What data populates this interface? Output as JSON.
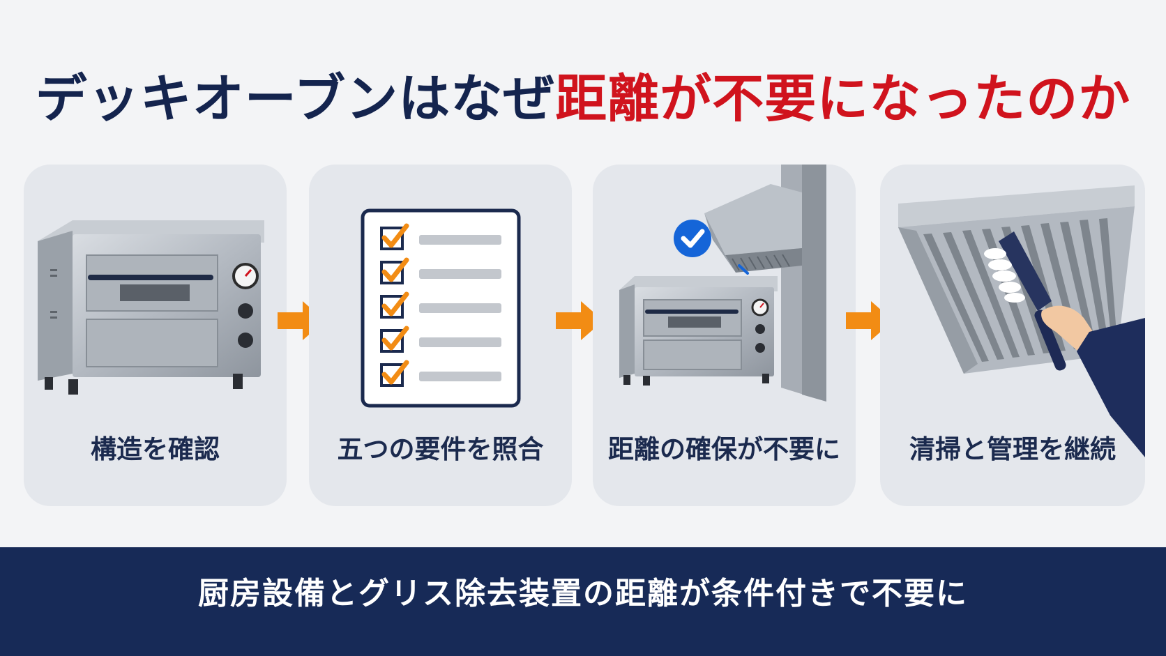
{
  "title": {
    "part1": "デッキオーブンはなぜ",
    "part2": "距離が不要になったのか"
  },
  "steps": [
    {
      "label": "構造を確認",
      "icon": "deck-oven-icon"
    },
    {
      "label": "五つの要件を照合",
      "icon": "checklist-icon"
    },
    {
      "label": "距離の確保が不要に",
      "icon": "oven-under-hood-icon"
    },
    {
      "label": "清掃と管理を継続",
      "icon": "grease-filter-cleaning-icon"
    }
  ],
  "footer": {
    "text": "厨房設備とグリス除去装置の距離が条件付きで不要に"
  },
  "colors": {
    "title_dark": "#14244e",
    "title_red": "#d0131d",
    "arrow": "#f28c14",
    "footer_bg": "#172a57",
    "card_bg": "#e4e7ec",
    "check_badge": "#1565d8"
  }
}
